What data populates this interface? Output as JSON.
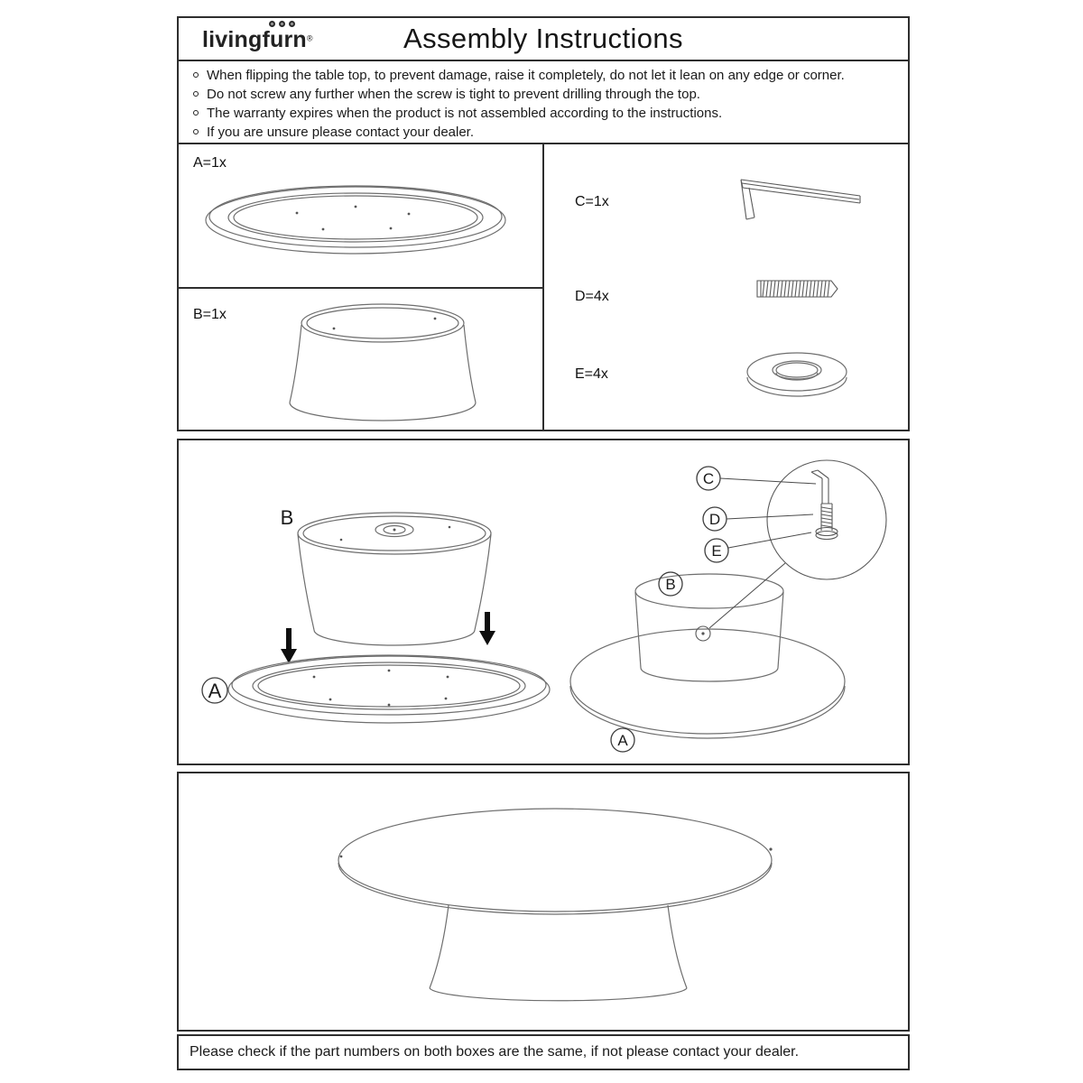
{
  "colors": {
    "ink": "#1a1a1a",
    "line_gray": "#6e6e6e",
    "border": "#2e2e2e"
  },
  "header": {
    "brand": "livingfurn",
    "registered": "®",
    "title": "Assembly Instructions"
  },
  "notes": {
    "items": [
      "When flipping the table top, to prevent damage, raise it completely, do not let it lean on any edge or corner.",
      "Do not screw any further when the screw is tight to prevent drilling through the top.",
      "The warranty expires when the product is not assembled according to the instructions.",
      "If you are unsure please contact your dealer."
    ]
  },
  "parts": {
    "a_label": "A=1x",
    "b_label": "B=1x",
    "c_label": "C=1x",
    "d_label": "D=4x",
    "e_label": "E=4x"
  },
  "assembly": {
    "base_label": "B",
    "top_label": "A",
    "callout_c": "C",
    "callout_d": "D",
    "callout_e": "E",
    "assembled_base_label": "B",
    "assembled_top_label": "A"
  },
  "footer": {
    "note": "Please check if the part numbers on both boxes are the same, if not please contact your dealer."
  }
}
